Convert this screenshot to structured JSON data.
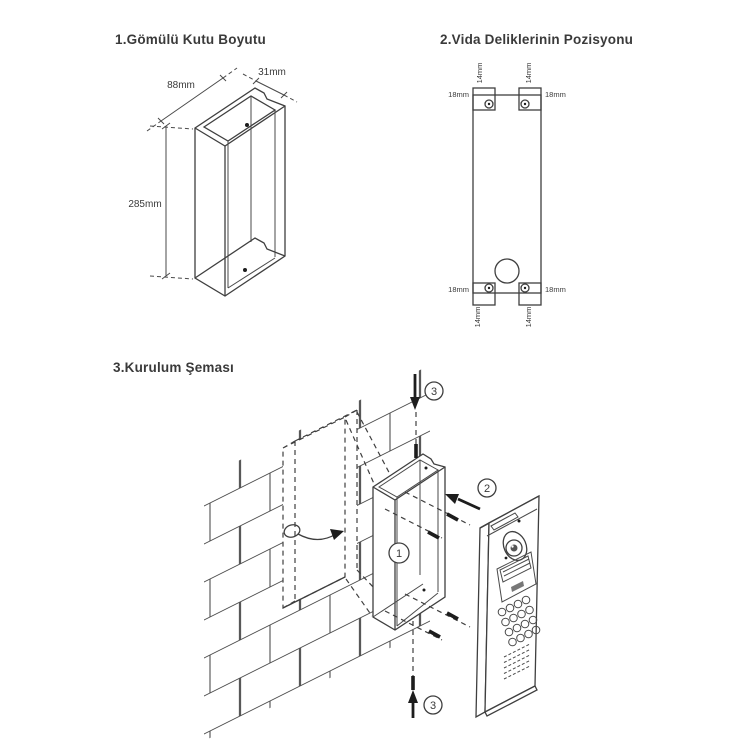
{
  "page": {
    "background": "#ffffff",
    "line_color": "#3f3f3f",
    "text_color": "#3a3a3a"
  },
  "sections": {
    "box_size": {
      "title": "1.Gömülü Kutu Boyutu",
      "width_label": "88mm",
      "depth_label": "31mm",
      "height_label": "285mm"
    },
    "screw_holes": {
      "title": "2.Vida Deliklerinin Pozisyonu",
      "top_left_width": "18mm",
      "top_right_width": "18mm",
      "top_left_height": "14mm",
      "top_right_height": "14mm",
      "bottom_left_width": "18mm",
      "bottom_right_width": "18mm",
      "bottom_left_height": "14mm",
      "bottom_right_height": "14mm"
    },
    "installation": {
      "title": "3.Kurulum Şeması",
      "step_box": "1",
      "step_panel": "2",
      "step_screw_top": "3",
      "step_screw_bottom": "3"
    }
  }
}
